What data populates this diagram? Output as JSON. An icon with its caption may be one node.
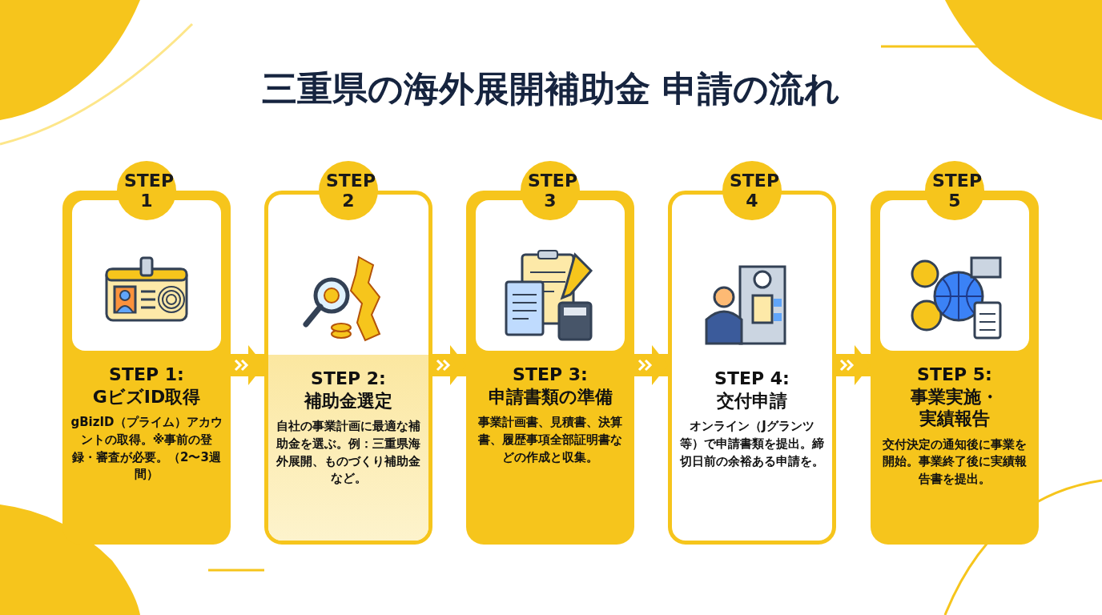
{
  "diagram": {
    "title": "三重県の海外展開補助金 申請の流れ",
    "nodes": [
      {
        "text": [
          "STEP 1"
        ]
      },
      {
        "text": [
          "STEP 1:",
          "GビズID取得",
          "gBizID（プライム）アカウントの取得。※事前の登録・審査が必要。（2〜3週間）"
        ]
      },
      {
        "text": [
          "STEP 2"
        ]
      },
      {
        "text": [
          "STEP 2:",
          "補助金選定",
          "自社の事業計画に最適な補助金を選ぶ。例：三重県海外展開、ものづくり補助金など。"
        ]
      },
      {
        "text": [
          "STEP 3"
        ]
      },
      {
        "text": [
          "STEP 3:",
          "申請書類の準備",
          "事業計画書、見積書、決算書、履歴事項全部証明書などの作成と収集。"
        ]
      },
      {
        "text": [
          "STEP 4"
        ]
      },
      {
        "text": [
          "STEP 4:",
          "交付申請",
          "オンライン（Jグランツ等）で申請書類を提出。締切日前の余裕ある申請を。"
        ]
      },
      {
        "text": [
          "STEP 5"
        ]
      },
      {
        "text": [
          "STEP 5:",
          "事業実施・実績報告",
          "交付決定の通知後に事業を開始。事業終了後に実績報告書を提出。"
        ]
      }
    ],
    "edges": [
      {
        "from": 1,
        "to": 3,
        "arrow": "to"
      },
      {
        "from": 3,
        "to": 5,
        "arrow": "to"
      },
      {
        "from": 5,
        "to": 7,
        "arrow": "to"
      },
      {
        "from": 7,
        "to": 9,
        "arrow": "to"
      }
    ]
  }
}
